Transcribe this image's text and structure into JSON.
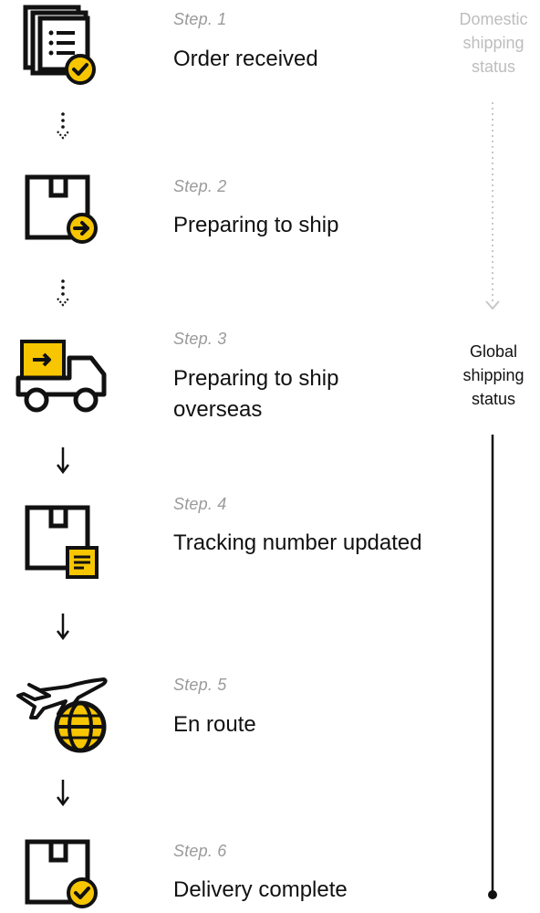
{
  "colors": {
    "accent": "#F7C600",
    "stroke": "#111111",
    "muted": "#9A9A9A",
    "muted_light": "#BDBDBD"
  },
  "steps": [
    {
      "label": "Step. 1",
      "title": "Order received",
      "icon": "order-list-check-icon"
    },
    {
      "label": "Step. 2",
      "title": "Preparing to ship",
      "icon": "box-arrow-icon"
    },
    {
      "label": "Step. 3",
      "title": "Preparing to ship overseas",
      "icon": "truck-icon"
    },
    {
      "label": "Step. 4",
      "title": "Tracking number updated",
      "icon": "box-document-icon"
    },
    {
      "label": "Step. 5",
      "title": "En route",
      "icon": "airplane-globe-icon"
    },
    {
      "label": "Step. 6",
      "title": "Delivery complete",
      "icon": "box-check-icon"
    }
  ],
  "side": {
    "domestic_line1": "Domestic",
    "domestic_line2": "shipping",
    "domestic_line3": "status",
    "global_line1": "Global",
    "global_line2": "shipping",
    "global_line3": "status"
  }
}
